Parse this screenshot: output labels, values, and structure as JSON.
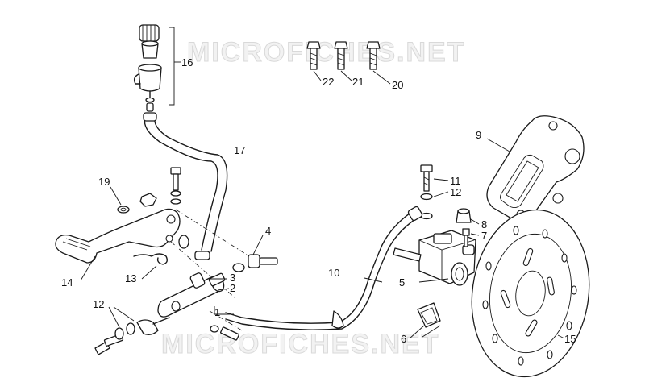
{
  "watermark": "MICROFICHES.NET",
  "callouts": {
    "c1": "1",
    "c2": "2",
    "c3": "3",
    "c4": "4",
    "c5": "5",
    "c6": "6",
    "c7": "7",
    "c8": "8",
    "c9": "9",
    "c10": "10",
    "c11": "11",
    "c12a": "12",
    "c12b": "12",
    "c13": "13",
    "c14": "14",
    "c15": "15",
    "c16": "16",
    "c17": "17",
    "c19": "19",
    "c20": "20",
    "c21": "21",
    "c22": "22"
  }
}
